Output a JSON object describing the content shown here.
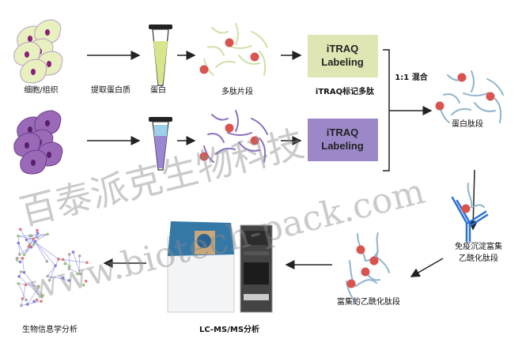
{
  "labels": {
    "cells": "细胞/组织",
    "extract": "提取蛋白质",
    "protein": "蛋白",
    "peptides": "多肽片段",
    "itraq_labeled": "iTRAQ标记多肽",
    "box_top_line1": "iTRAQ",
    "box_top_line2": "Labeling",
    "box_bottom_line1": "iTRAQ",
    "box_bottom_line2": "Labeling",
    "mix": "1:1 混合",
    "protein_peptides": "蛋白肽段",
    "ip_line1": "免疫沉淀富集",
    "ip_line2": "乙酰化肽段",
    "enriched": "富集的乙酰化肽段",
    "lcms": "LC-MS/MS分析",
    "bioinfo": "生物信息学分析"
  },
  "watermark": {
    "cn": "百泰派克生物科技",
    "url": "www.biotech-pack.com"
  },
  "colors": {
    "cell_top": "#e8f0bf",
    "cell_bottom": "#9a6ab8",
    "box_top": "#dfe6b4",
    "box_bottom": "#9c88c9",
    "peptide_top": "#cfe0a6",
    "peptide_bottom": "#8a70c0",
    "peptide_mixed": "#8fb4cc",
    "label_dot": "#d9534f",
    "antibody": "#2a6fd6"
  }
}
